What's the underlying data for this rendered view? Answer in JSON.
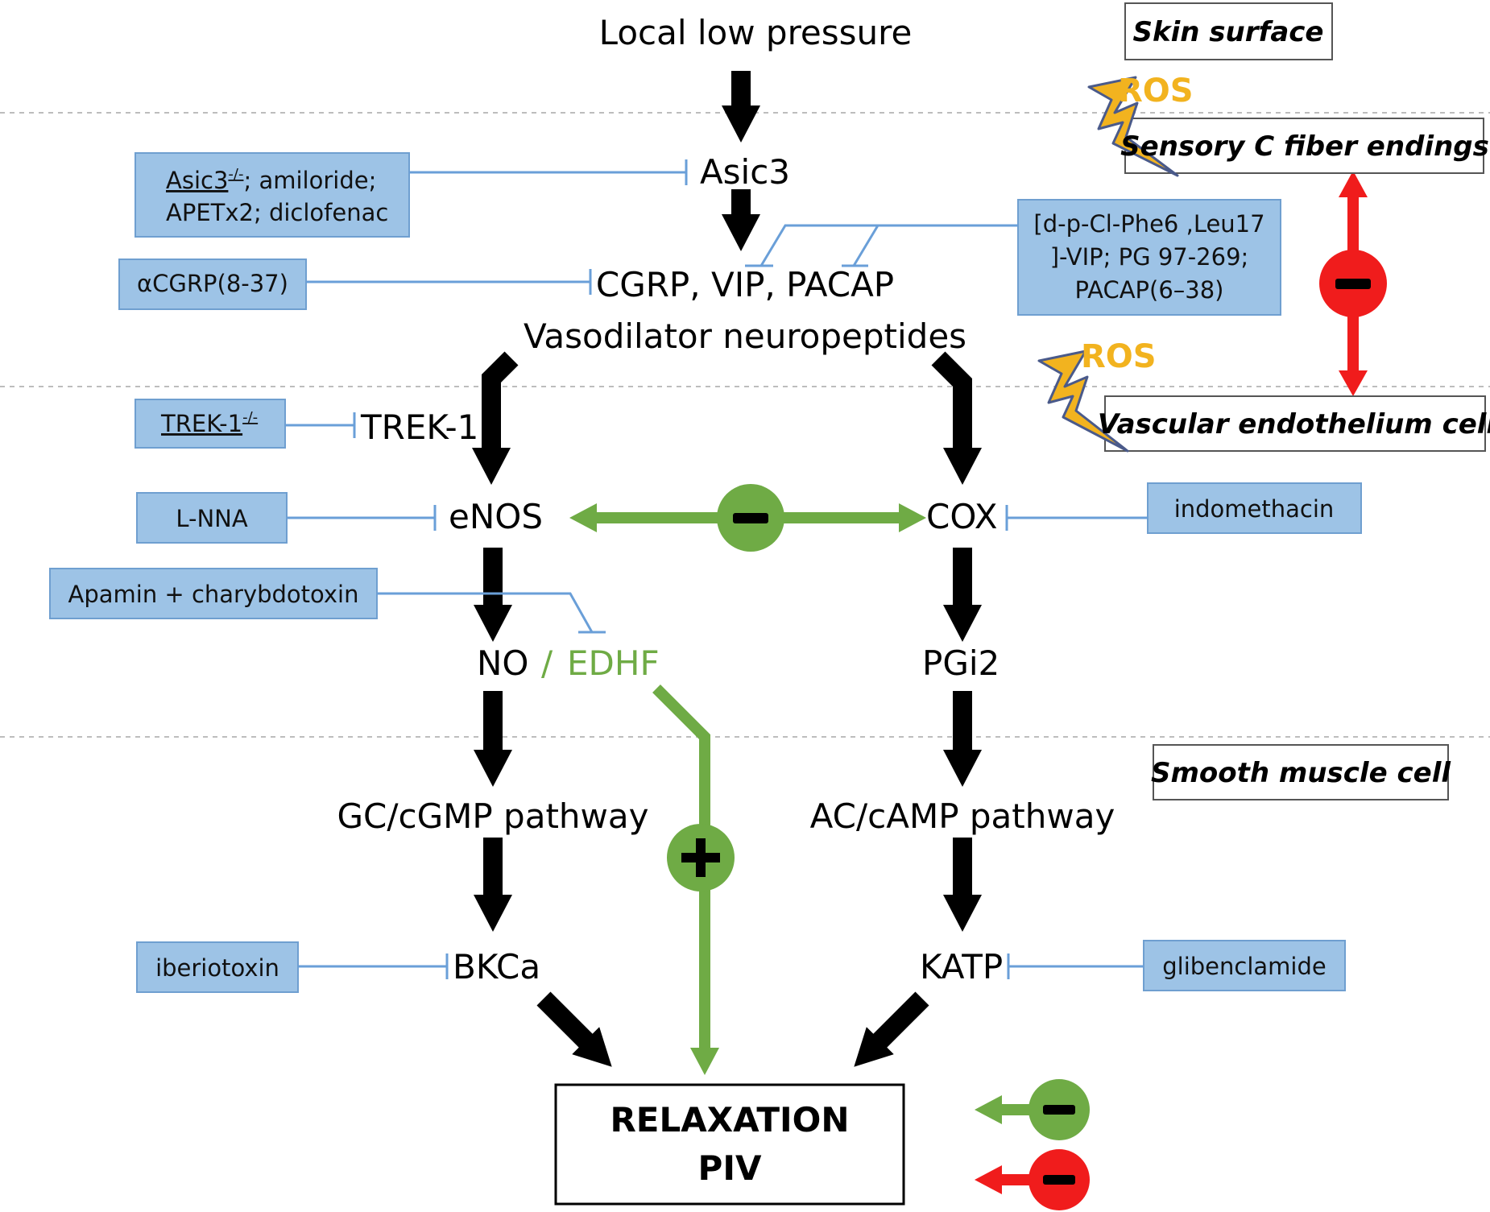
{
  "nodes": {
    "stimulus": "Local low pressure",
    "asic3": "Asic3",
    "neuropeptides": "CGRP, VIP, PACAP",
    "neuropeptides_caption": "Vasodilator neuropeptides",
    "trek1": "TREK-1",
    "enos": "eNOS",
    "cox": "COX",
    "no": "NO",
    "slash": "/",
    "edhf": "EDHF",
    "pgi2": "PGi2",
    "gc_pathway": "GC/cGMP pathway",
    "ac_pathway": "AC/cAMP pathway",
    "bkca": "BKCa",
    "katp": "KATP",
    "result_line1": "RELAXATION",
    "result_line2": "PIV"
  },
  "inhibitors": {
    "asic3_line1_a": "Asic3",
    "asic3_line1_sup": "-/-",
    "asic3_line1_b": "; amiloride;",
    "asic3_line2": "APETx2; diclofenac",
    "cgrp": "αCGRP(8-37)",
    "vip_line1": "[d-p-Cl-Phe6 ,Leu17",
    "vip_line2": "]-VIP; PG 97-269;",
    "vip_line3": "PACAP(6–38)",
    "trek_a": "TREK-1",
    "trek_sup": "-/-",
    "lnna": "L-NNA",
    "indomethacin": "indomethacin",
    "apamin": "Apamin + charybdotoxin",
    "iberiotoxin": "iberiotoxin",
    "glibenclamide": "glibenclamide"
  },
  "regions": {
    "skin": "Skin surface",
    "sensory": "Sensory C fiber endings",
    "endothelium": "Vascular endothelium cell",
    "smooth": "Smooth muscle cell"
  },
  "ros_label": "ROS",
  "colors": {
    "green": "#6fab45",
    "red": "#f01c1c",
    "ros": "#f2b31f",
    "inhibitor_box": "#9dc3e6",
    "inhibitor_line": "#6a9fd8"
  }
}
